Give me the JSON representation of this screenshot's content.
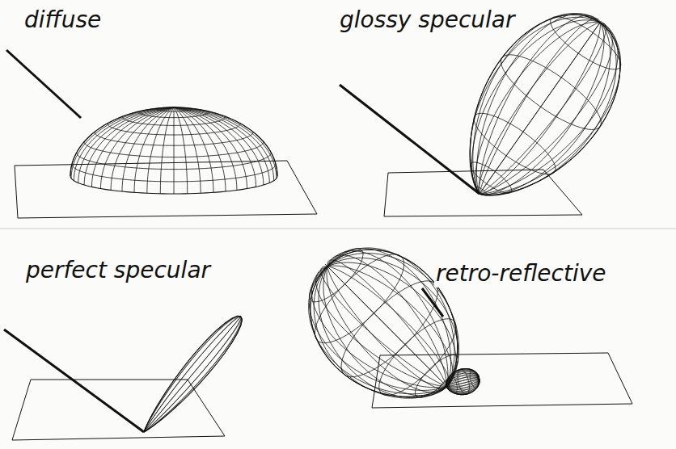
{
  "diagram": {
    "labels": [
      "diffuse",
      "glossy specular",
      "perfect specular",
      "retro-reflective"
    ]
  }
}
